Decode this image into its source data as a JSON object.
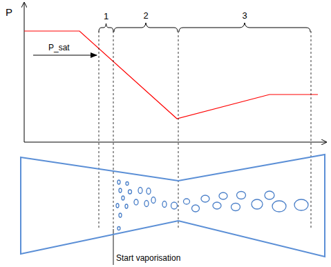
{
  "diagram": {
    "labels": [
      "P",
      "1",
      "2",
      "3",
      "P_sat",
      "Start vaporisation"
    ]
  }
}
